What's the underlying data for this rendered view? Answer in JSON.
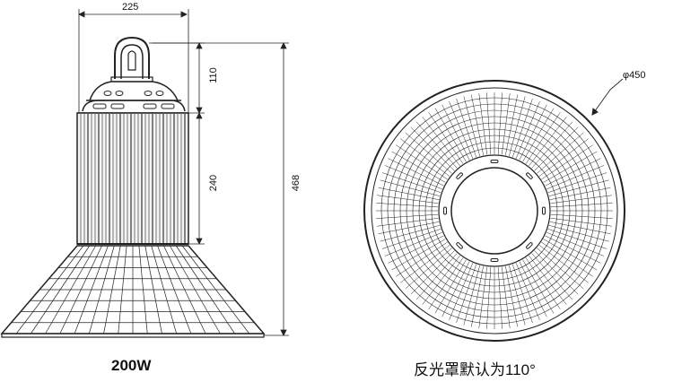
{
  "dimensions": {
    "top_width": "225",
    "hook_height": "110",
    "body_height": "240",
    "total_height": "468",
    "reflector_diameter": "φ450"
  },
  "captions": {
    "left": "200W",
    "right": "反光罩默认为110°"
  },
  "colors": {
    "line": "#222222",
    "fin_shade": "#e9e9e9",
    "background": "#ffffff"
  }
}
